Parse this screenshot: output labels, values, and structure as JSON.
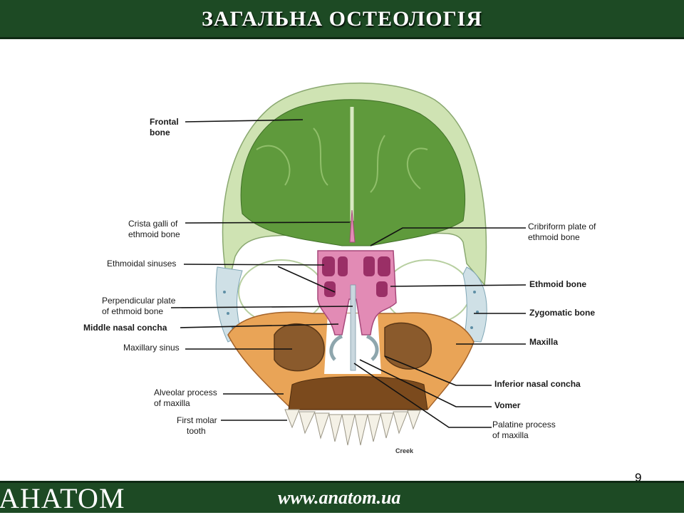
{
  "header": {
    "title": "ЗАГАЛЬНА ОСТЕОЛОГІЯ"
  },
  "footer": {
    "logo": "АНАТОМ",
    "url": "www.anatom.ua"
  },
  "page_number": "9",
  "diagram": {
    "labels": {
      "frontal_1": "Frontal",
      "frontal_2": "bone",
      "crista_1": "Crista galli of",
      "crista_2": "ethmoid bone",
      "ethmoidal_sinuses": "Ethmoidal sinuses",
      "perp_1": "Perpendicular plate",
      "perp_2": "of ethmoid bone",
      "middle_concha": "Middle nasal concha",
      "maxillary_sinus": "Maxillary sinus",
      "alveolar_1": "Alveolar process",
      "alveolar_2": "of maxilla",
      "molar_1": "First molar",
      "molar_2": "tooth",
      "cribriform_1": "Cribriform plate of",
      "cribriform_2": "ethmoid bone",
      "ethmoid_bone": "Ethmoid bone",
      "zygomatic_bone": "Zygomatic bone",
      "maxilla": "Maxilla",
      "inferior_concha": "Inferior nasal concha",
      "vomer": "Vomer",
      "palatine_1": "Palatine process",
      "palatine_2": "of maxilla",
      "signature": "Creek"
    }
  }
}
